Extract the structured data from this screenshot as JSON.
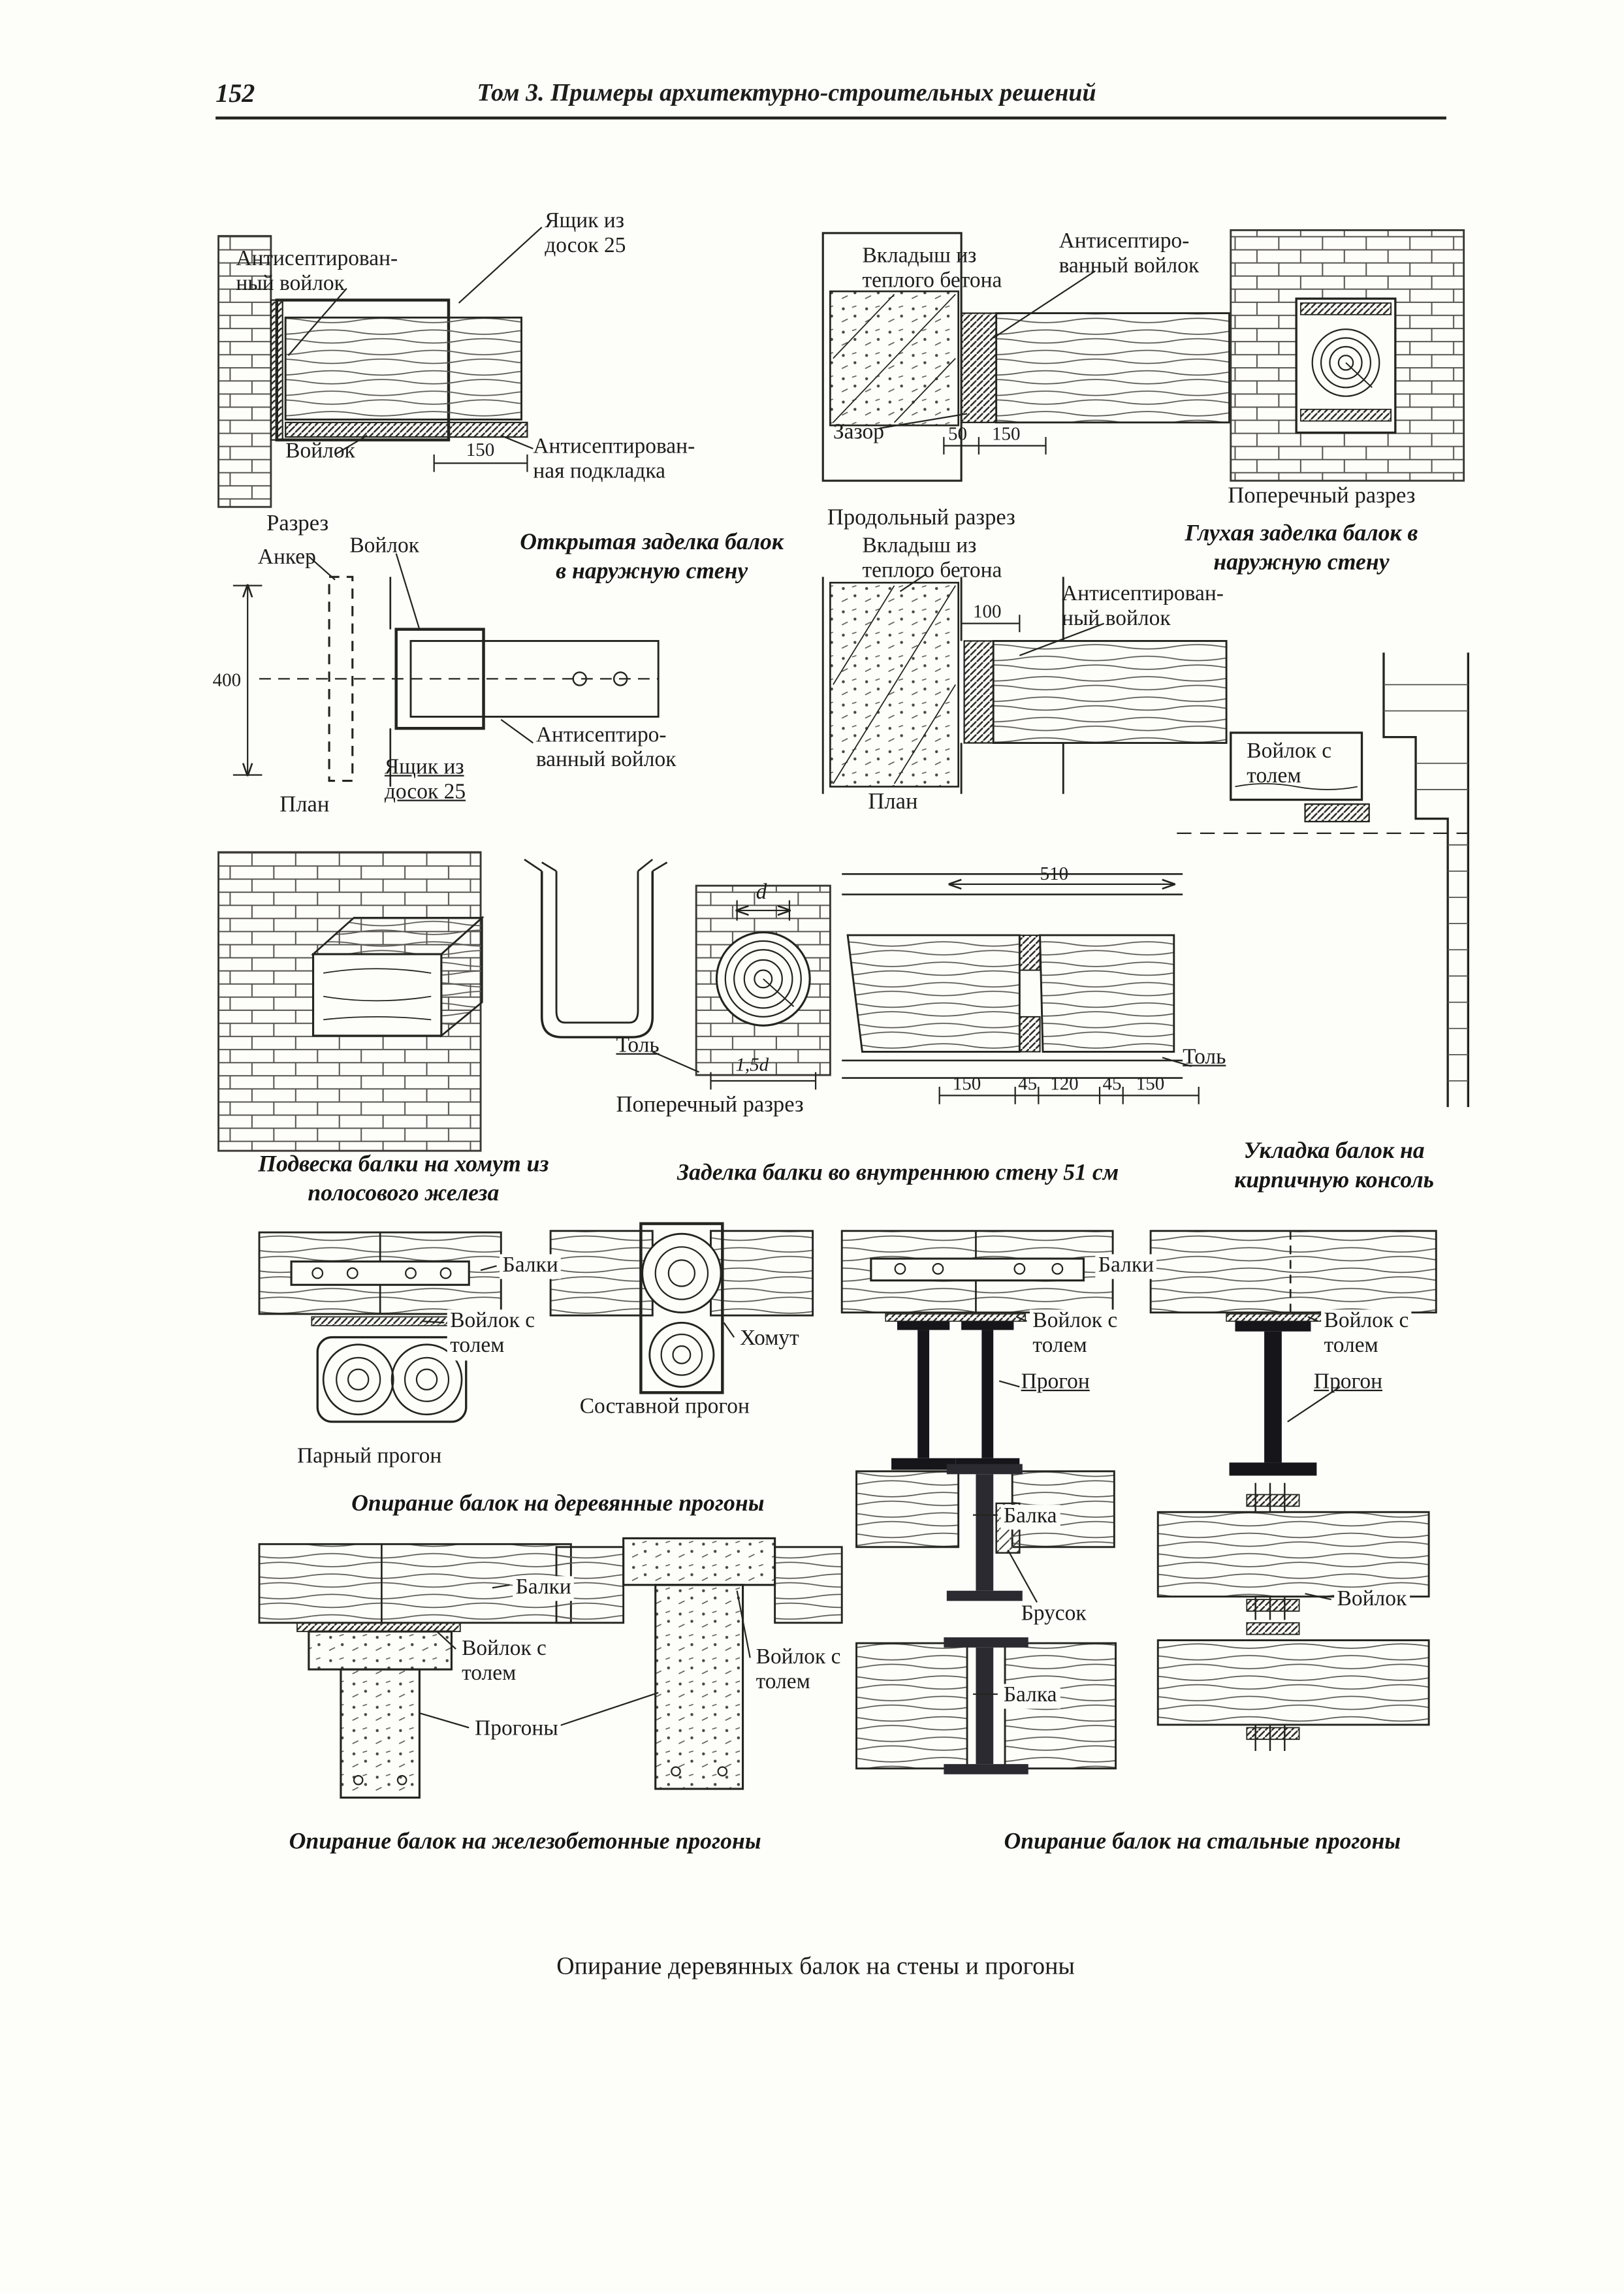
{
  "page": {
    "number": "152",
    "header_title": "Том 3. Примеры архитектурно-строительных решений",
    "bottom_caption": "Опирание деревянных балок на стены и прогоны"
  },
  "fig_open": {
    "caption": "Открытая заделка балок\nв наружную стену",
    "section": {
      "title": "Разрез",
      "box_boards": "Ящик из\nдосок 25",
      "antiseptic_felt": "Антисептирован-\nный войлок",
      "felt": "Войлок",
      "dim_150": "150",
      "antiseptic_pad": "Антисептирован-\nная подкладка"
    },
    "plan": {
      "title": "План",
      "anchor": "Анкер",
      "felt": "Войлок",
      "dim_400": "400",
      "antiseptic_felt": "Антисептиро-\nванный войлок",
      "box_boards": "Ящик из\nдосок 25"
    }
  },
  "fig_blind": {
    "caption": "Глухая заделка балок в\nнаружную стену",
    "section": {
      "insert": "Вкладыш из\nтеплого бетона",
      "antiseptic_felt": "Антисептиро-\nванный войлок",
      "gap": "Зазор",
      "dim_50": "50",
      "dim_150": "150",
      "title_longitudinal": "Продольный разрез",
      "title_cross": "Поперечный разрез"
    },
    "plan": {
      "title": "План",
      "insert": "Вкладыш из\nтеплого бетона",
      "dim_100": "100",
      "antiseptic_felt": "Антисептирован-\nный войлок"
    }
  },
  "fig_console": {
    "caption": "Укладка балок на\nкирпичную консоль",
    "felt_tar": "Войлок с\nтолем"
  },
  "fig_wall51": {
    "caption": "Заделка балки во внутреннюю стену 51 см",
    "title_cross": "Поперечный разрез",
    "dim_510": "510",
    "dims": [
      "150",
      "45",
      "120",
      "45",
      "150"
    ],
    "tar_long": "Толь",
    "tar_cross": "Толь",
    "d": "d",
    "dim_15d": "1,5d"
  },
  "fig_strap": {
    "caption": "Подвеска балки на хомут из\nполосового железа"
  },
  "fig_wood_girders": {
    "caption": "Опирание балок на деревянные прогоны",
    "beams": "Балки",
    "felt_tar": "Войлок с\nтолем",
    "paired": "Парный прогон",
    "clamp": "Хомут",
    "composite": "Составной прогон"
  },
  "fig_steel_top": {
    "beams": "Балки",
    "felt_tar_1": "Войлок с\nтолем",
    "girder_1": "Прогон",
    "felt_tar_2": "Войлок с\nтолем",
    "girder_2": "Прогон"
  },
  "fig_rc_girders": {
    "caption": "Опирание балок на железобетонные прогоны",
    "beams": "Балки",
    "felt_tar_1": "Войлок с\nтолем",
    "girders": "Прогоны",
    "felt_tar_2": "Войлок с\nтолем"
  },
  "fig_steel_bottom": {
    "caption": "Опирание балок на стальные прогоны",
    "beam_1": "Балка",
    "bar": "Брусок",
    "beam_2": "Балка",
    "felt": "Войлок"
  }
}
